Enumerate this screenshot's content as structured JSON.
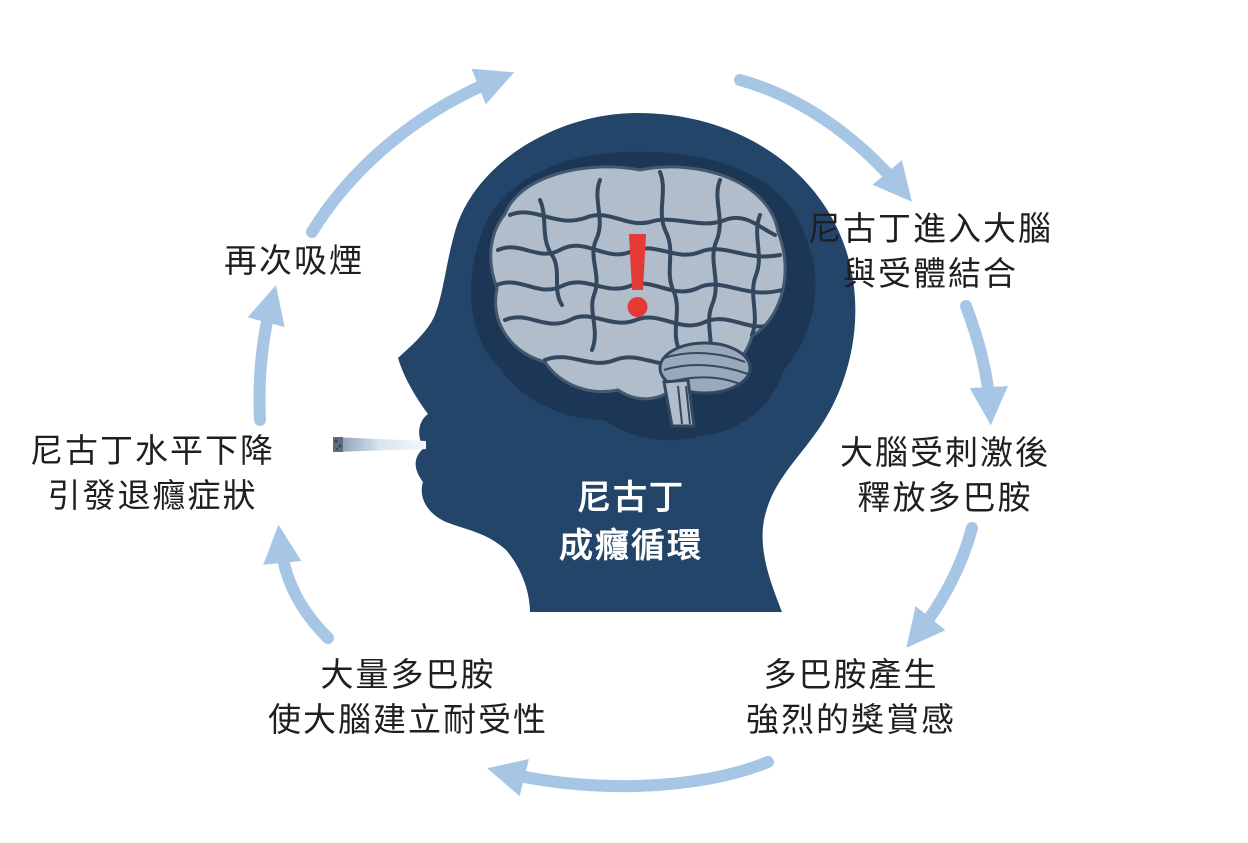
{
  "diagram": {
    "center_title": [
      "尼古丁",
      "成癮循環"
    ],
    "steps": [
      {
        "id": "reach-brain",
        "lines": [
          "尼古丁進入大腦",
          "與受體結合"
        ]
      },
      {
        "id": "release-dopamine",
        "lines": [
          "大腦受刺激後",
          "釋放多巴胺"
        ]
      },
      {
        "id": "reward",
        "lines": [
          "多巴胺產生",
          "強烈的獎賞感"
        ]
      },
      {
        "id": "tolerance",
        "lines": [
          "大量多巴胺",
          "使大腦建立耐受性"
        ]
      },
      {
        "id": "withdrawal",
        "lines": [
          "尼古丁水平下降",
          "引發退癮症狀"
        ]
      },
      {
        "id": "smoke-again",
        "lines": [
          "再次吸煙"
        ]
      }
    ],
    "colors": {
      "head": "#23456a",
      "head_inner": "#1b3755",
      "brain": "#b1bdca",
      "brain_lines": "#33485f",
      "arrow": "#a7c6e6",
      "alert": "#e33a36",
      "text": "#1f1f1f",
      "center_text": "#ffffff"
    },
    "icons": [
      "head-silhouette",
      "brain-icon",
      "exclamation-icon",
      "cigarette-icon",
      "cycle-arrow-icon"
    ]
  }
}
